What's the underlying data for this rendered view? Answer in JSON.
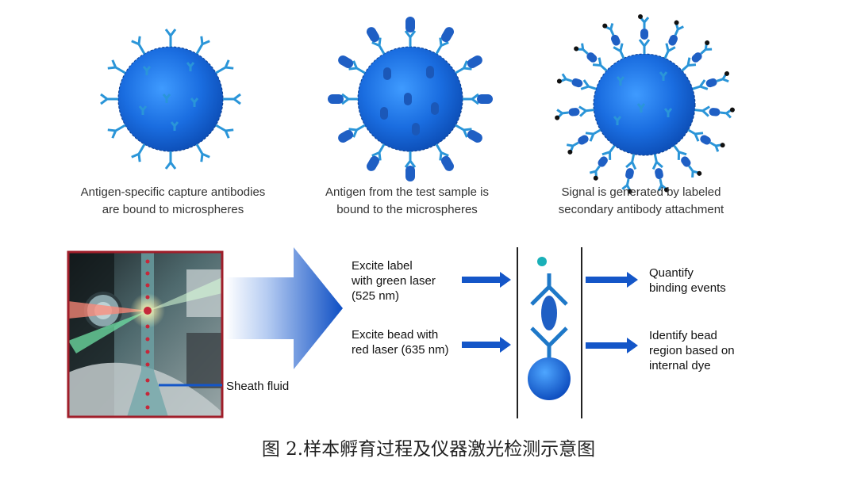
{
  "steps": [
    {
      "line1": "Antigen-specific capture antibodies",
      "line2": "are bound to microspheres"
    },
    {
      "line1": "Antigen from the test sample is",
      "line2": "bound to the microspheres"
    },
    {
      "line1": "Signal is generated by labeled",
      "line2": "secondary antibody attachment"
    }
  ],
  "sheath_label": "Sheath fluid",
  "excite": [
    {
      "line1": "Excite label",
      "line2": "with green laser",
      "line3": "(525 nm)"
    },
    {
      "line1": "Excite bead with",
      "line2": "red laser (635 nm)"
    }
  ],
  "results": [
    {
      "line1": "Quantify",
      "line2": "binding events"
    },
    {
      "line1": "Identify bead",
      "line2": "region based on",
      "line3": "internal dye"
    }
  ],
  "figure_caption": "图 2.样本孵育过程及仪器激光检测示意图",
  "colors": {
    "bead": "#1a6de0",
    "antibody": "#2a95d8",
    "antigen": "#1f5fc4",
    "arrow": "#1456c8",
    "label_dot": "#1ab0b8",
    "frame": "#a01e2a"
  }
}
